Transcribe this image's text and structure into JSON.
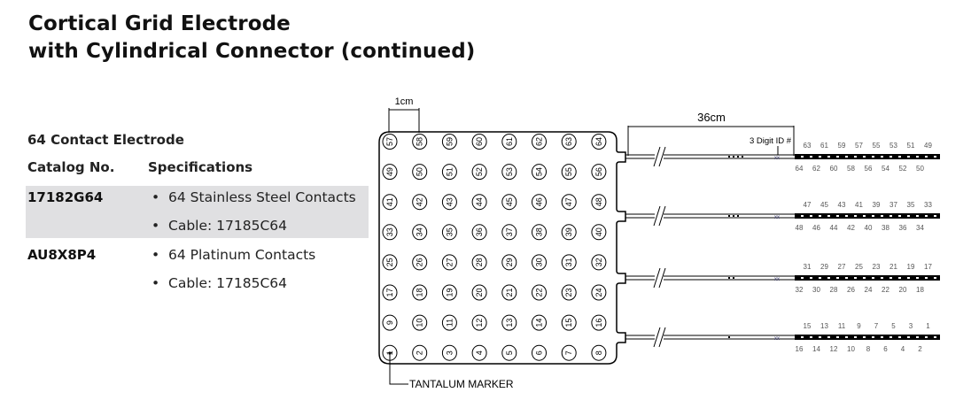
{
  "header": {
    "title_line1": "Cortical Grid Electrode",
    "title_line2": "with Cylindrical Connector (continued)"
  },
  "table": {
    "section_title": "64 Contact Electrode",
    "columns": [
      "Catalog No.",
      "Specifications"
    ],
    "rows": [
      {
        "catalog_no": "17182G64",
        "highlighted": true,
        "specs": [
          "64 Stainless Steel Contacts",
          "Cable: 17185C64"
        ]
      },
      {
        "catalog_no": "AU8X8P4",
        "highlighted": false,
        "specs": [
          "64 Platinum Contacts",
          "Cable: 17185C64"
        ]
      }
    ],
    "bullet": "•"
  },
  "diagram": {
    "grid_rows": [
      [
        57,
        58,
        59,
        60,
        61,
        62,
        63,
        64
      ],
      [
        49,
        50,
        51,
        52,
        53,
        54,
        55,
        56
      ],
      [
        41,
        42,
        43,
        44,
        45,
        46,
        47,
        48
      ],
      [
        33,
        34,
        35,
        36,
        37,
        38,
        39,
        40
      ],
      [
        25,
        26,
        27,
        28,
        29,
        30,
        31,
        32
      ],
      [
        17,
        18,
        19,
        20,
        21,
        22,
        23,
        24
      ],
      [
        9,
        10,
        11,
        12,
        13,
        14,
        15,
        16
      ],
      [
        1,
        2,
        3,
        4,
        5,
        6,
        7,
        8
      ]
    ],
    "spacing_label": "1cm",
    "cable_length_label": "36cm",
    "id_label": "3 Digit ID #",
    "marker_label": "TANTALUM MARKER",
    "cables": [
      {
        "dots": 4,
        "top_labels": [
          63,
          61,
          59,
          57,
          55,
          53,
          51,
          49
        ],
        "bottom_labels": [
          64,
          62,
          60,
          58,
          56,
          54,
          52,
          50
        ]
      },
      {
        "dots": 3,
        "top_labels": [
          47,
          45,
          43,
          41,
          39,
          37,
          35,
          33
        ],
        "bottom_labels": [
          48,
          46,
          44,
          42,
          40,
          38,
          36,
          34
        ]
      },
      {
        "dots": 2,
        "top_labels": [
          31,
          29,
          27,
          25,
          23,
          21,
          19,
          17
        ],
        "bottom_labels": [
          32,
          30,
          28,
          26,
          24,
          22,
          20,
          18
        ]
      },
      {
        "dots": 1,
        "top_labels": [
          15,
          13,
          11,
          9,
          7,
          5,
          3,
          1
        ],
        "bottom_labels": [
          16,
          14,
          12,
          10,
          8,
          6,
          4,
          2
        ]
      }
    ]
  }
}
